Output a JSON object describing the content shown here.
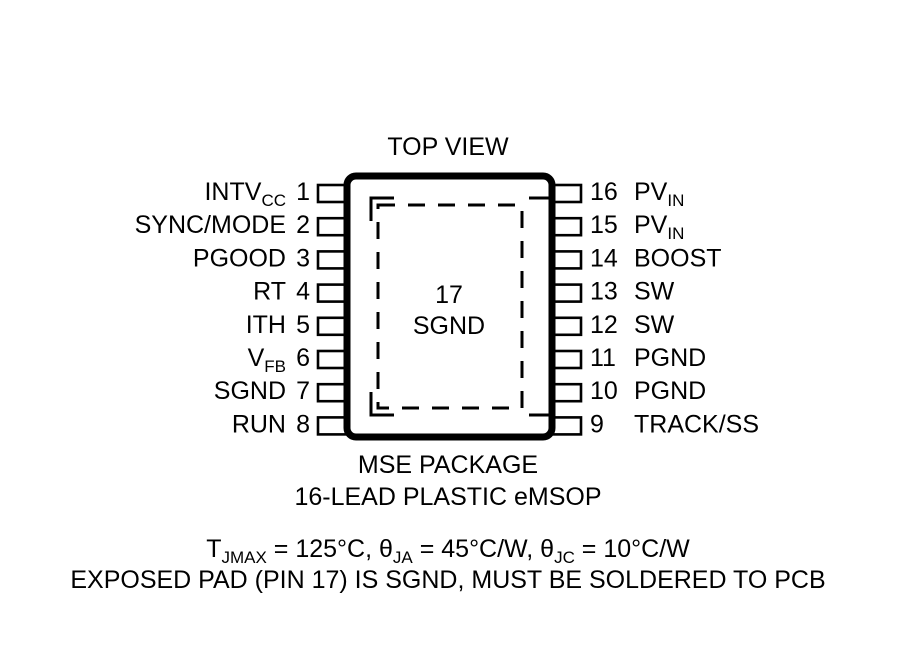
{
  "diagram": {
    "title": "TOP VIEW",
    "package_name": "MSE PACKAGE",
    "package_desc": "16-LEAD PLASTIC eMSOP",
    "exposed_pad": {
      "number": "17",
      "name": "SGND"
    },
    "thermal": {
      "tjmax_symbol": "T",
      "tjmax_sub": "JMAX",
      "tjmax_value": " = 125°C, ",
      "theta_ja_symbol": "θ",
      "theta_ja_sub": "JA",
      "theta_ja_value": " = 45°C/W, ",
      "theta_jc_symbol": "θ",
      "theta_jc_sub": "JC",
      "theta_jc_value": " = 10°C/W",
      "full_line": "TJMAX = 125°C, θJA = 45°C/W, θJC = 10°C/W"
    },
    "note": "EXPOSED PAD (PIN 17) IS SGND, MUST BE SOLDERED TO PCB",
    "pins_left": [
      {
        "number": "1",
        "label": "INTV",
        "sub": "CC"
      },
      {
        "number": "2",
        "label": "SYNC/MODE",
        "sub": ""
      },
      {
        "number": "3",
        "label": "PGOOD",
        "sub": ""
      },
      {
        "number": "4",
        "label": "RT",
        "sub": ""
      },
      {
        "number": "5",
        "label": "ITH",
        "sub": ""
      },
      {
        "number": "6",
        "label": "V",
        "sub": "FB"
      },
      {
        "number": "7",
        "label": "SGND",
        "sub": ""
      },
      {
        "number": "8",
        "label": "RUN",
        "sub": ""
      }
    ],
    "pins_right": [
      {
        "number": "16",
        "label": "PV",
        "sub": "IN"
      },
      {
        "number": "15",
        "label": "PV",
        "sub": "IN"
      },
      {
        "number": "14",
        "label": "BOOST",
        "sub": ""
      },
      {
        "number": "13",
        "label": "SW",
        "sub": ""
      },
      {
        "number": "12",
        "label": "SW",
        "sub": ""
      },
      {
        "number": "11",
        "label": "PGND",
        "sub": ""
      },
      {
        "number": "10",
        "label": "PGND",
        "sub": ""
      },
      {
        "number": "9",
        "label": "TRACK/SS",
        "sub": ""
      }
    ],
    "colors": {
      "ink": "#000000",
      "background": "#ffffff"
    }
  }
}
